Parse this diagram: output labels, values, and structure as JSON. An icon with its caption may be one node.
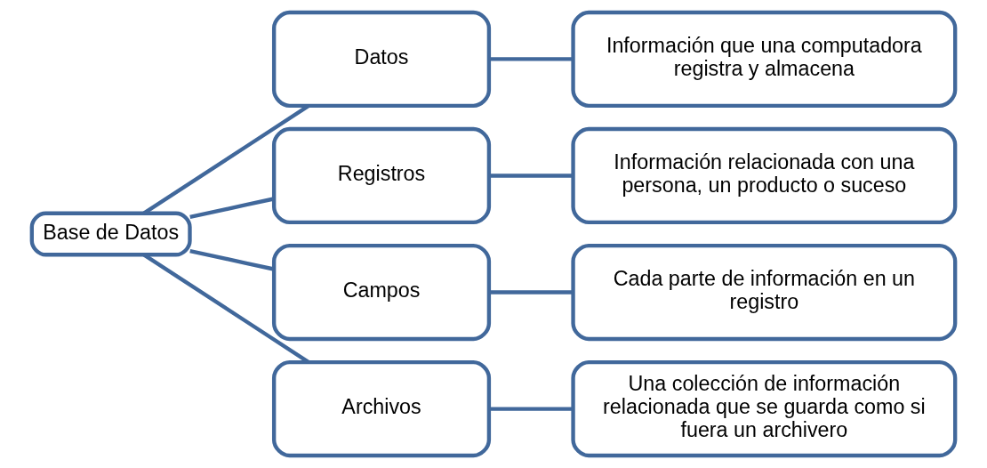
{
  "diagram": {
    "nodes": [
      {
        "text": [
          "Base de Datos"
        ]
      },
      {
        "text": [
          "Datos"
        ]
      },
      {
        "text": [
          "Información que una computadora registra y almacena"
        ]
      },
      {
        "text": [
          "Registros"
        ]
      },
      {
        "text": [
          "Información relacionada con una persona, un producto o suceso"
        ]
      },
      {
        "text": [
          "Campos"
        ]
      },
      {
        "text": [
          "Cada parte de información en un registro"
        ]
      },
      {
        "text": [
          "Archivos"
        ]
      },
      {
        "text": [
          "Una colección de información relacionada que se guarda como si fuera un archivero"
        ]
      }
    ],
    "edges": [
      {
        "from": 0,
        "to": 1,
        "arrow": "none"
      },
      {
        "from": 0,
        "to": 3,
        "arrow": "none"
      },
      {
        "from": 0,
        "to": 5,
        "arrow": "none"
      },
      {
        "from": 0,
        "to": 7,
        "arrow": "none"
      },
      {
        "from": 1,
        "to": 2,
        "arrow": "none"
      },
      {
        "from": 3,
        "to": 4,
        "arrow": "none"
      },
      {
        "from": 5,
        "to": 6,
        "arrow": "none"
      },
      {
        "from": 7,
        "to": 8,
        "arrow": "none"
      }
    ]
  }
}
